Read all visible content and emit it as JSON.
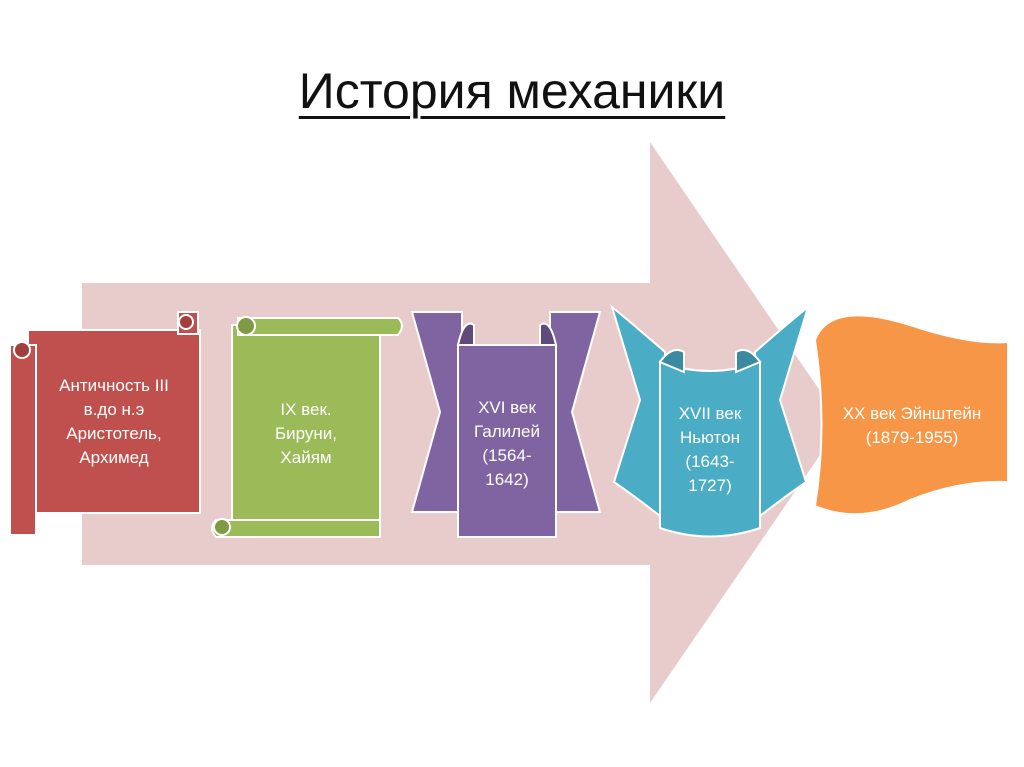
{
  "title": "История механики",
  "colors": {
    "arrow": "#e8cccc",
    "card1": "#c0504d",
    "card2": "#9bbb59",
    "card3": "#8064a2",
    "card4": "#4bacc6",
    "card5": "#f79646",
    "outline": "#ffffff"
  },
  "cards": [
    {
      "lines": [
        "Античность III",
        "в.до н.э",
        "Аристотель,",
        "Архимед"
      ]
    },
    {
      "lines": [
        "IX век.",
        "Бируни,",
        "Хайям"
      ]
    },
    {
      "lines": [
        "XVI век",
        "Галилей",
        "(1564-",
        "1642)"
      ]
    },
    {
      "lines": [
        "XVII век",
        "Ньютон",
        "(1643-",
        "1727)"
      ]
    },
    {
      "lines": [
        "XX век Эйнштейн",
        "(1879-1955)"
      ]
    }
  ]
}
